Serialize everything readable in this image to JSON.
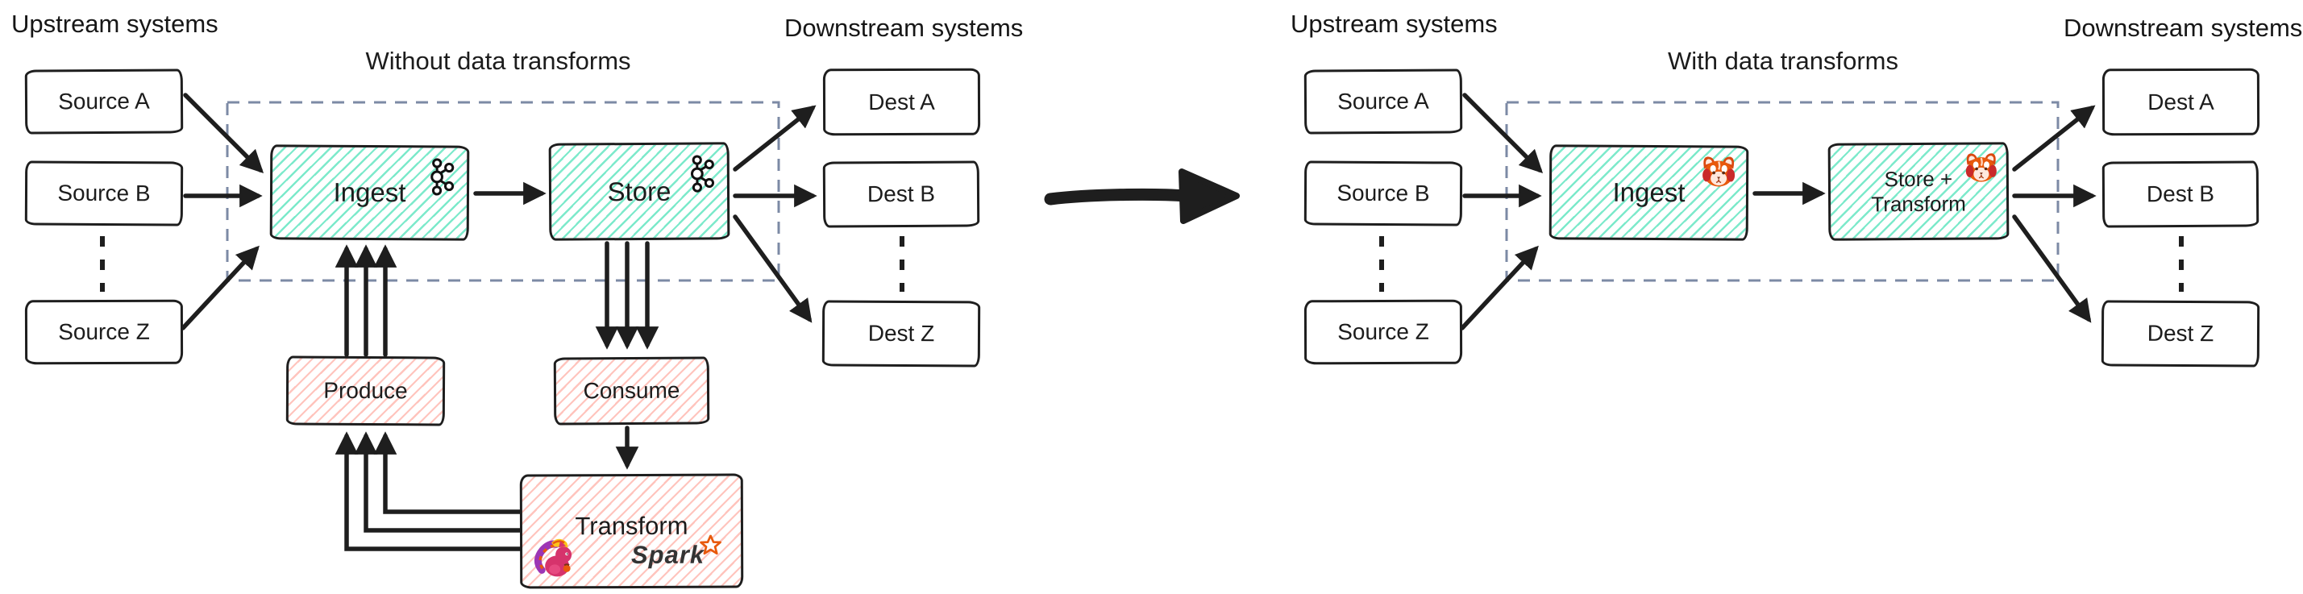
{
  "colors": {
    "ink": "#1e1e1e",
    "teal_hatch": "#6ee7c5",
    "pink_hatch": "#ffaba1",
    "dashed_boundary": "#7c8aa5",
    "spark_orange": "#e8590c"
  },
  "icons": {
    "kafka": "kafka-logo",
    "redpanda": "red-panda-face",
    "flink": "flink-squirrel-logo",
    "spark": "spark-star-logo"
  },
  "left": {
    "upstream_label": "Upstream systems",
    "downstream_label": "Downstream systems",
    "title": "Without data transforms",
    "source_a": "Source A",
    "source_b": "Source B",
    "source_z": "Source Z",
    "dest_a": "Dest A",
    "dest_b": "Dest B",
    "dest_z": "Dest Z",
    "ingest": "Ingest",
    "store": "Store",
    "produce": "Produce",
    "consume": "Consume",
    "transform": "Transform",
    "spark_label": "Spark"
  },
  "right": {
    "upstream_label": "Upstream systems",
    "downstream_label": "Downstream systems",
    "title": "With data transforms",
    "source_a": "Source A",
    "source_b": "Source B",
    "source_z": "Source Z",
    "dest_a": "Dest A",
    "dest_b": "Dest B",
    "dest_z": "Dest Z",
    "ingest": "Ingest",
    "store_line1": "Store +",
    "store_line2": "Transform"
  }
}
